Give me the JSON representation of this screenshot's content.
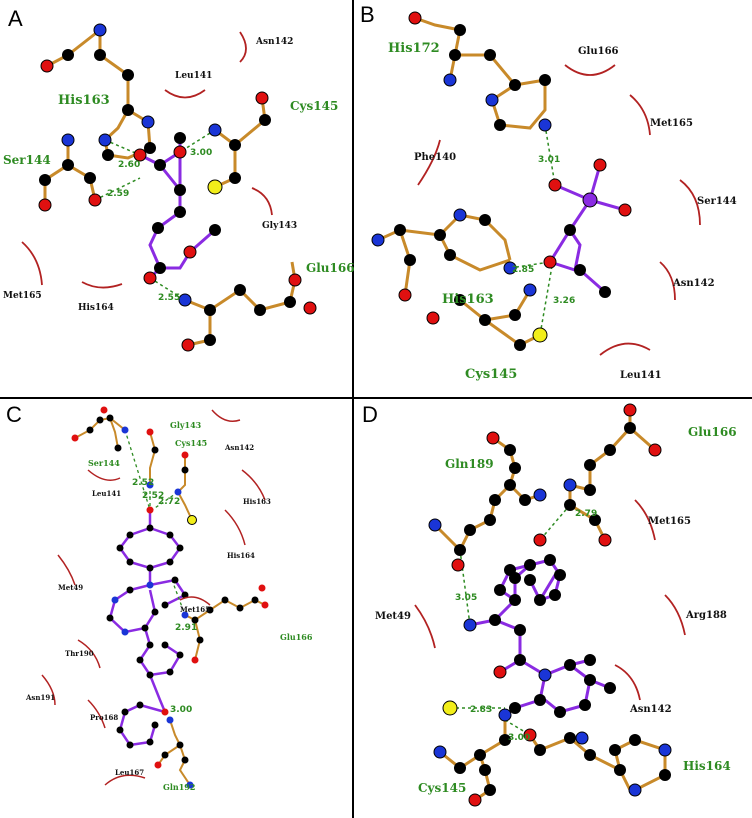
{
  "panels": [
    {
      "letter": "A",
      "residues_hbond": [
        "His163",
        "Ser144",
        "Cys145",
        "Glu166"
      ],
      "residues_hydrophobic": [
        "Asn142",
        "Leu141",
        "Gly143",
        "Met165",
        "His164"
      ],
      "distances": [
        "2.60",
        "3.00",
        "2.59",
        "2.55"
      ]
    },
    {
      "letter": "B",
      "residues_hbond": [
        "His172",
        "His163",
        "Cys145"
      ],
      "residues_hydrophobic": [
        "Glu166",
        "Met165",
        "Phe140",
        "Ser144",
        "Asn142",
        "Leu141"
      ],
      "distances": [
        "3.01",
        "2.85",
        "3.26"
      ]
    },
    {
      "letter": "C",
      "residues_hbond": [
        "Gly143",
        "Cys145",
        "Ser144",
        "Glu166",
        "Gln192"
      ],
      "residues_hydrophobic": [
        "Asn142",
        "Leu141",
        "His163",
        "His164",
        "Met49",
        "Met165",
        "Thr190",
        "Asn191",
        "Pro168",
        "Leu167"
      ],
      "distances": [
        "2.52",
        "2.52",
        "2.72",
        "2.91",
        "3.00"
      ]
    },
    {
      "letter": "D",
      "residues_hbond": [
        "Gln189",
        "Glu166",
        "Cys145",
        "His164"
      ],
      "residues_hydrophobic": [
        "Met165",
        "Met49",
        "Arg188",
        "Asn142"
      ],
      "distances": [
        "2.79",
        "3.05",
        "2.83",
        "3.00"
      ]
    }
  ],
  "colors": {
    "carbon": "#000000",
    "oxygen": "#e01010",
    "nitrogen": "#1a35d6",
    "sulfur": "#f2ee1a",
    "ligand_bond": "#8a2be2",
    "residue_bond": "#c88a2a",
    "hbond": "#2e8b22",
    "hydrophobic": "#b22222",
    "divider": "#000000"
  }
}
